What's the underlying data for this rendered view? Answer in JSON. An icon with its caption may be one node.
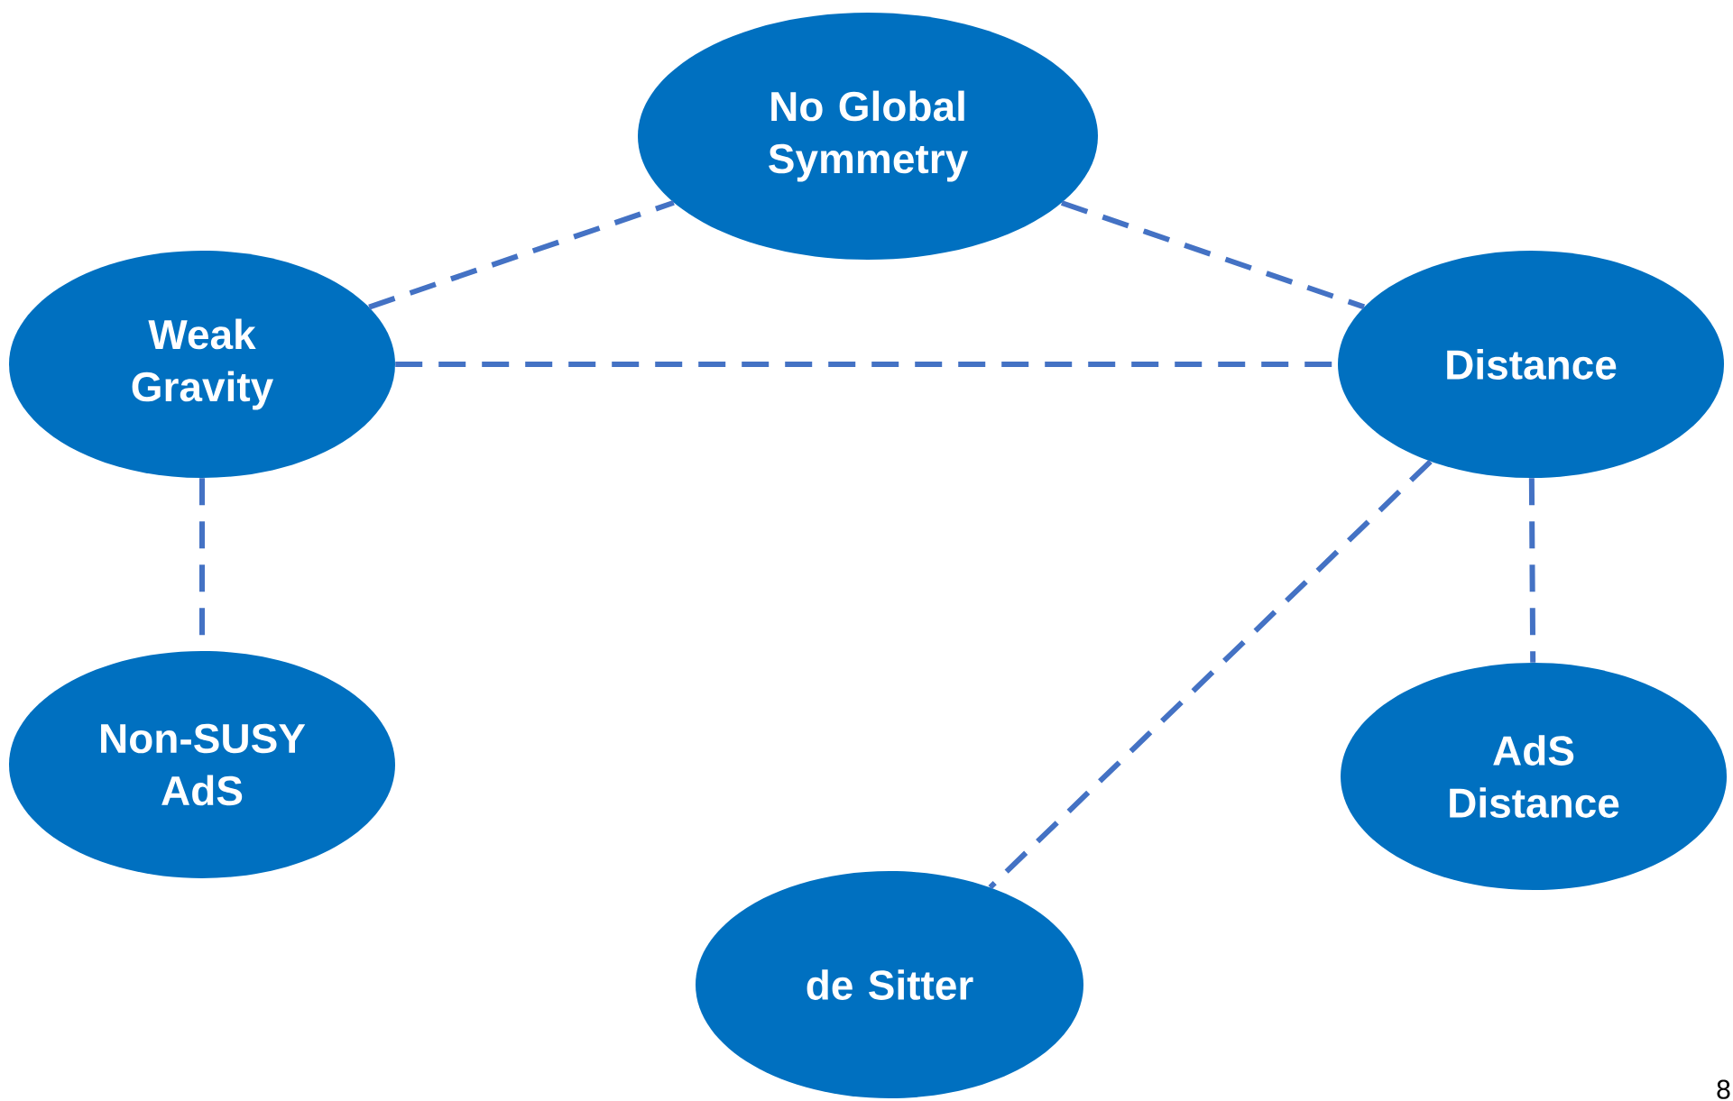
{
  "diagram": {
    "nodes": [
      {
        "text": [
          "No Global Symmetry"
        ]
      },
      {
        "text": [
          "Weak Gravity"
        ]
      },
      {
        "text": [
          "Distance"
        ]
      },
      {
        "text": [
          "Non-SUSY AdS"
        ]
      },
      {
        "text": [
          "AdS Distance"
        ]
      },
      {
        "text": [
          "de Sitter"
        ]
      }
    ],
    "edges": [
      {
        "from": 1,
        "to": 0,
        "arrow": "none",
        "style": "dashed"
      },
      {
        "from": 0,
        "to": 2,
        "arrow": "none",
        "style": "dashed"
      },
      {
        "from": 1,
        "to": 2,
        "arrow": "none",
        "style": "dashed"
      },
      {
        "from": 1,
        "to": 3,
        "arrow": "none",
        "style": "dashed"
      },
      {
        "from": 2,
        "to": 4,
        "arrow": "none",
        "style": "dashed"
      },
      {
        "from": 2,
        "to": 5,
        "arrow": "none",
        "style": "dashed"
      }
    ],
    "labels": [
      "8"
    ]
  }
}
